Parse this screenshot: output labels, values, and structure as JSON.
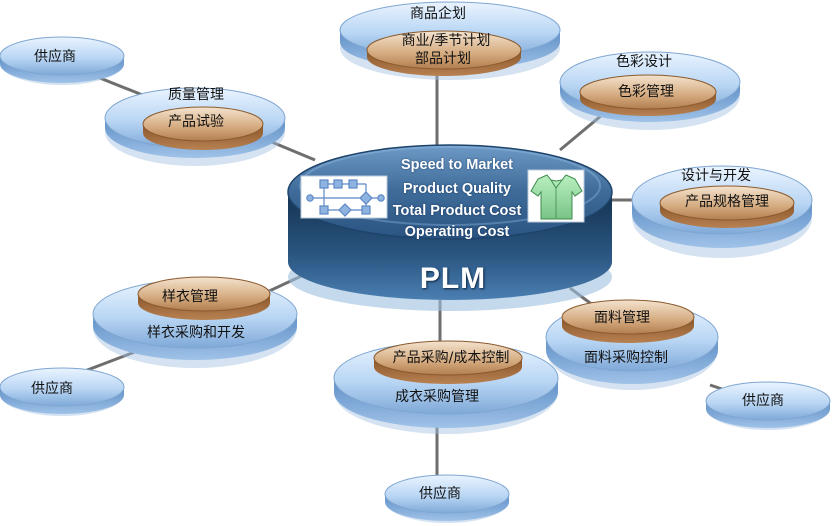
{
  "center": {
    "title": "PLM",
    "lines": [
      "Speed to Market",
      "Product Quality",
      "Total Product Cost",
      "Operating Cost"
    ],
    "icons": [
      "process-flow-icon",
      "shirt-icon"
    ]
  },
  "nodes": {
    "top": {
      "outer_label": "商品企划",
      "inner_lines": [
        "商业/季节计划",
        "部品计划"
      ]
    },
    "color": {
      "outer_label": "色彩设计",
      "inner_label": "色彩管理"
    },
    "quality": {
      "outer_label": "质量管理",
      "inner_label": "产品试验"
    },
    "design": {
      "outer_label": "设计与开发",
      "inner_label": "产品规格管理"
    },
    "sample": {
      "inner_label": "样衣管理",
      "outer_label": "样衣采购和开发"
    },
    "fabric": {
      "inner_label": "面料管理",
      "outer_label": "面料采购控制"
    },
    "purchase": {
      "inner_label": "产品采购/成本控制",
      "outer_label": "成衣采购管理"
    }
  },
  "suppliers": {
    "top_left": "供应商",
    "left_bottom": "供应商",
    "bottom": "供应商",
    "right_bottom": "供应商"
  },
  "colors": {
    "blue_disc": "#a9cbef",
    "center_dark": "#1d4266",
    "brown_disc": "#c7986a",
    "shirt_green": "#8fd19a",
    "connector": "#6e6e6e"
  }
}
